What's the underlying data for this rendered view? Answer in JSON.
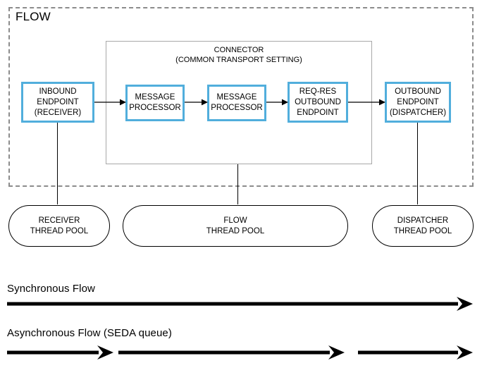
{
  "diagram": {
    "flow_container": {
      "label": "FLOW"
    },
    "connector": {
      "title_line1": "CONNECTOR",
      "title_line2": "(COMMON TRANSPORT SETTING)"
    },
    "nodes": [
      {
        "id": "inbound-endpoint",
        "line1": "INBOUND",
        "line2": "ENDPOINT",
        "line3": "(RECEIVER)"
      },
      {
        "id": "message-processor-1",
        "line1": "MESSAGE",
        "line2": "PROCESSOR",
        "line3": ""
      },
      {
        "id": "message-processor-2",
        "line1": "MESSAGE",
        "line2": "PROCESSOR",
        "line3": ""
      },
      {
        "id": "req-res-outbound-endpoint",
        "line1": "REQ-RES",
        "line2": "OUTBOUND",
        "line3": "ENDPOINT"
      },
      {
        "id": "outbound-endpoint",
        "line1": "OUTBOUND",
        "line2": "ENDPOINT",
        "line3": "(DISPATCHER)"
      }
    ],
    "thread_pools": [
      {
        "id": "receiver-thread-pool",
        "line1": "RECEIVER",
        "line2": "THREAD POOL"
      },
      {
        "id": "flow-thread-pool",
        "line1": "FLOW",
        "line2": "THREAD POOL"
      },
      {
        "id": "dispatcher-thread-pool",
        "line1": "DISPATCHER",
        "line2": "THREAD POOL"
      }
    ],
    "legend": [
      {
        "id": "synchronous-flow",
        "label": "Synchronous Flow",
        "segments": 1
      },
      {
        "id": "asynchronous-flow",
        "label": "Asynchronous Flow (SEDA queue)",
        "segments": 3
      }
    ],
    "colors": {
      "node_border": "#51AEDC",
      "flow_dashed_border": "#8C8C8C",
      "connector_border": "#A8A8A8",
      "line": "#000000",
      "background": "#FFFFFF"
    }
  }
}
